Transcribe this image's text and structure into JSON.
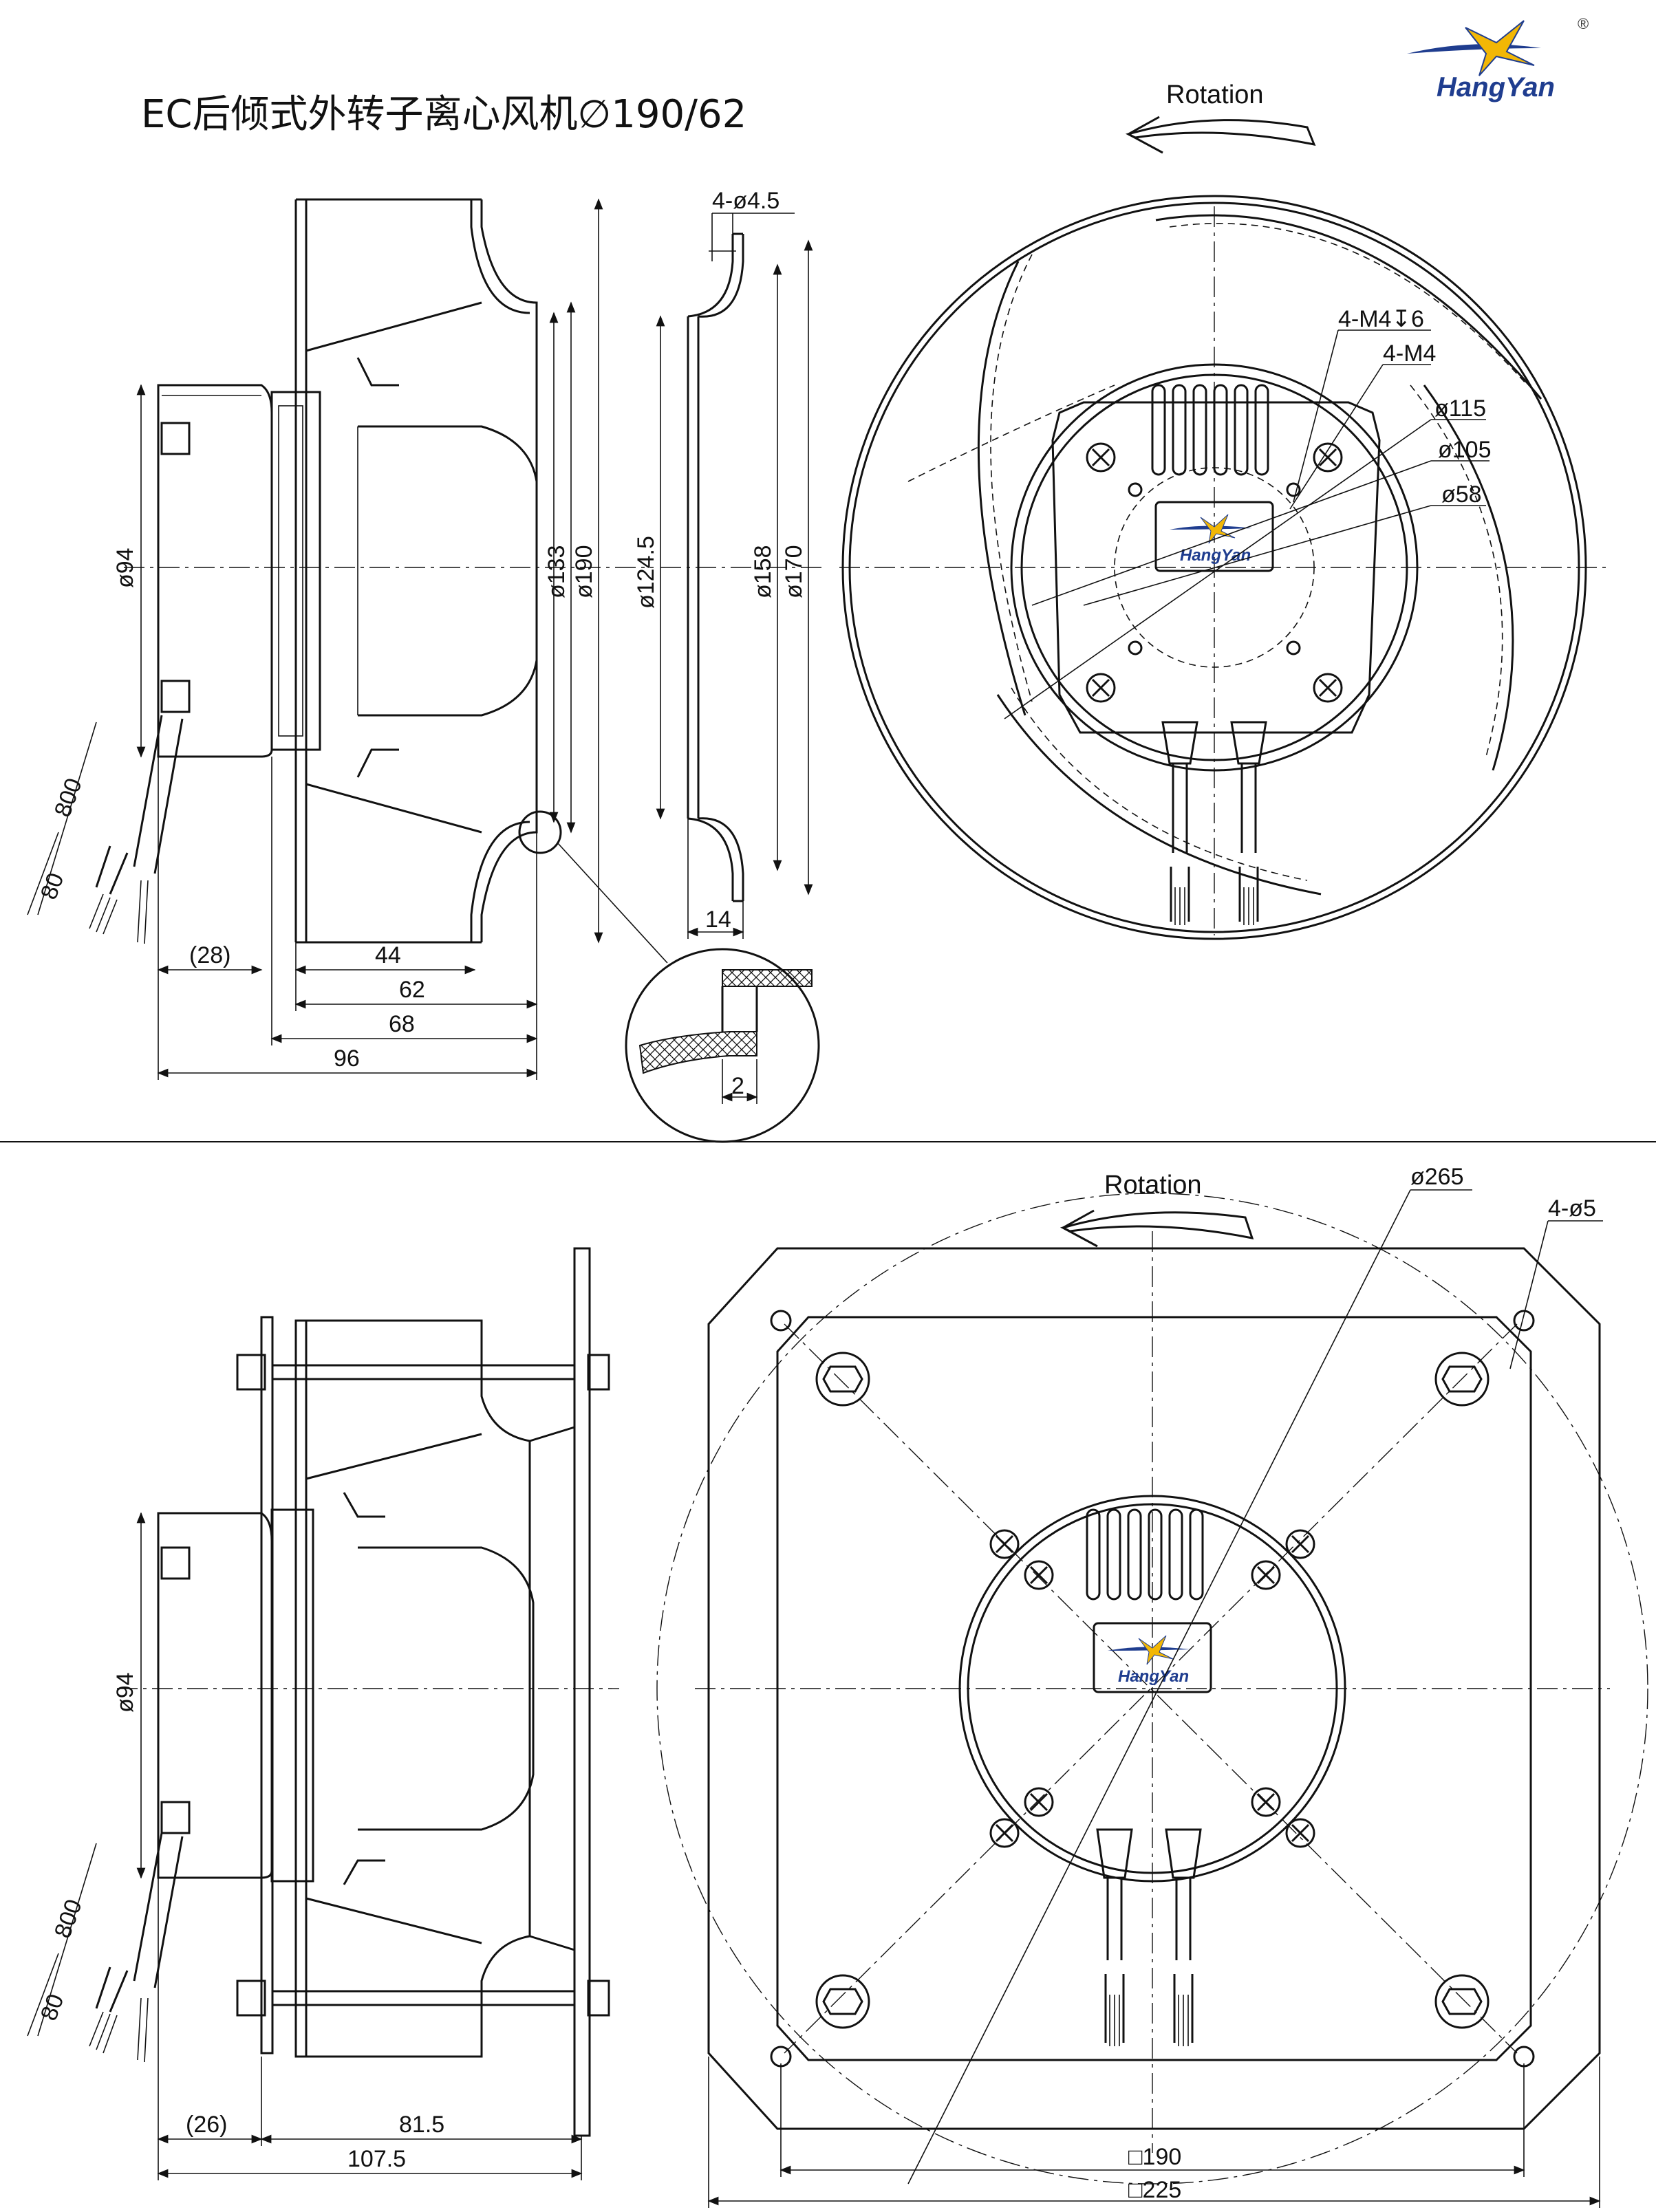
{
  "title": "EC后倾式外转子离心风机∅190/62",
  "brand": {
    "name": "HangYan",
    "registered_mark": "®",
    "colors": {
      "primary": "#1f3d8f",
      "accent": "#f2b705"
    }
  },
  "rotation_labels": {
    "top": "Rotation",
    "bottom": "Rotation"
  },
  "top_side_view": {
    "diameters": [
      "ø94",
      "ø133",
      "ø190"
    ],
    "cable_lengths": [
      "800",
      "80"
    ],
    "horizontal_dims": [
      "(28)",
      "44",
      "62",
      "68",
      "96"
    ]
  },
  "inlet_ring": {
    "hole_callout": "4-ø4.5",
    "diameters": [
      "ø124.5",
      "ø158",
      "ø170"
    ],
    "width": "14"
  },
  "detail_view": {
    "thickness": "2"
  },
  "top_front_view": {
    "callouts": [
      "4-M4↧6",
      "4-M4",
      "ø115",
      "ø105",
      "ø58"
    ]
  },
  "bottom_side_view": {
    "diameters": [
      "ø94"
    ],
    "cable_lengths": [
      "800",
      "80"
    ],
    "horizontal_dims": [
      "(26)",
      "81.5",
      "107.5"
    ]
  },
  "bottom_front_view": {
    "callouts": [
      "ø265",
      "4-ø5"
    ],
    "square_dims": [
      "□190",
      "□225"
    ]
  }
}
